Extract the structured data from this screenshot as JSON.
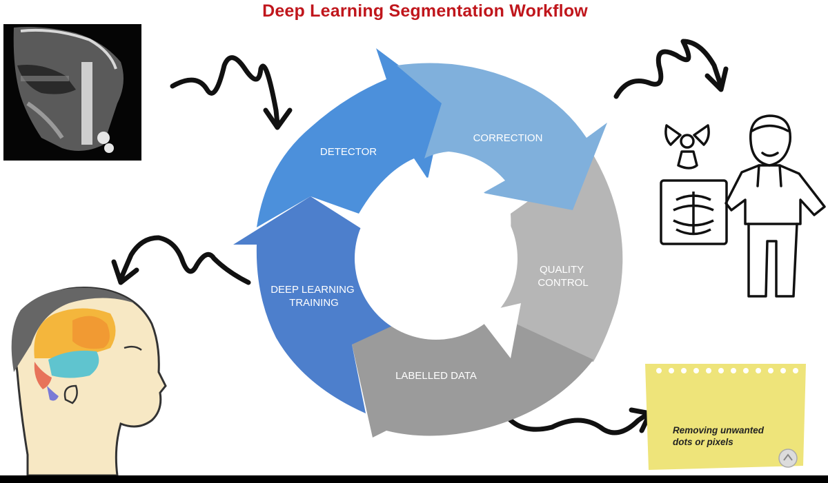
{
  "title": "Deep Learning Segmentation Workflow",
  "cycle": {
    "segments": [
      {
        "id": "detector",
        "lines": [
          "DETECTOR"
        ]
      },
      {
        "id": "correction",
        "lines": [
          "CORRECTION"
        ]
      },
      {
        "id": "quality-control",
        "lines": [
          "QUALITY",
          "CONTROL"
        ]
      },
      {
        "id": "labelled-data",
        "lines": [
          "LABELLED DATA"
        ]
      },
      {
        "id": "deep-learning-training",
        "lines": [
          "DEEP LEARNING",
          "TRAINING"
        ]
      }
    ]
  },
  "note": {
    "lines": [
      "Removing unwanted",
      "dots or pixels"
    ]
  },
  "colors": {
    "title": "#c0161c",
    "detector": "#4a8fd8",
    "correction": "#7fb0dc",
    "quality_control": "#b4b4b4",
    "labelled_data": "#9a9a9a",
    "training": "#4a7fcc",
    "note": "#eee47a"
  },
  "icons": [
    "ct-scan-image",
    "curly-arrow-icon",
    "radiation-icon",
    "xray-icon",
    "doctor-icon",
    "brain-head-icon",
    "sticky-note-icon"
  ]
}
